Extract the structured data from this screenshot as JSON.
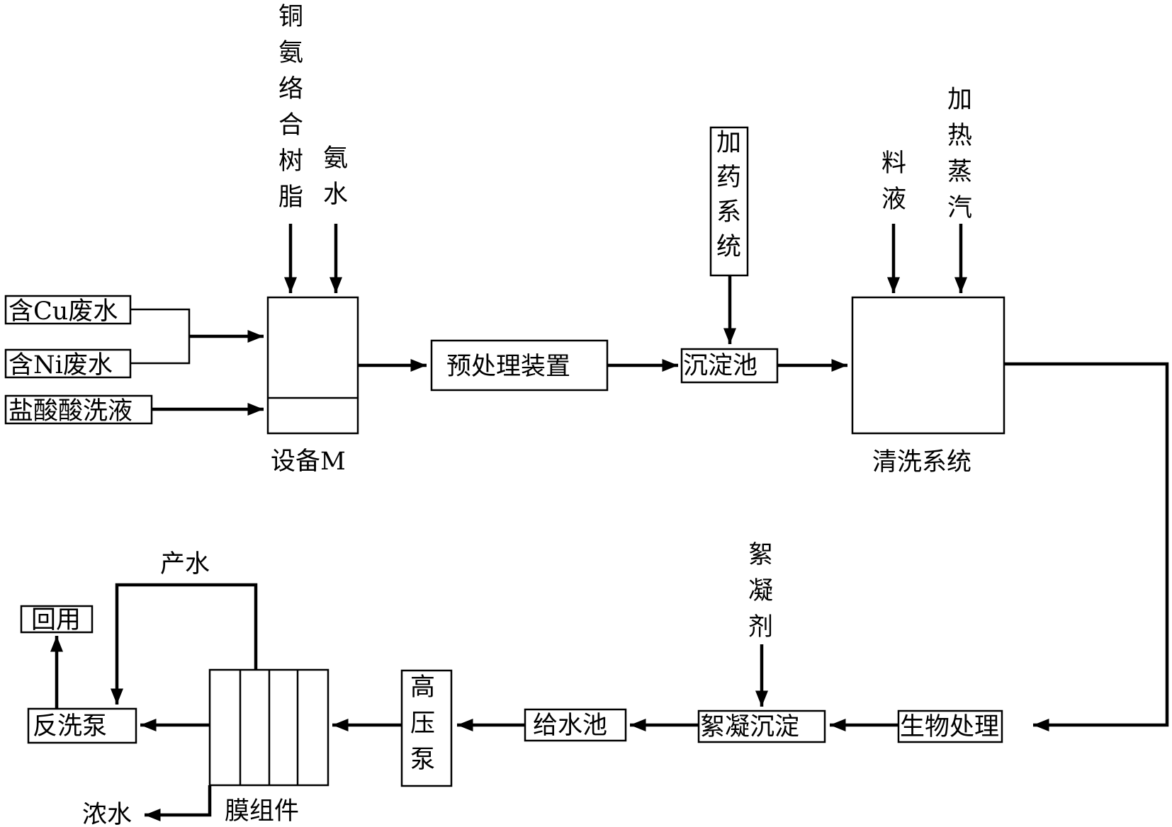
{
  "inputs": {
    "cu_wastewater": "含Cu废水",
    "ni_wastewater": "含Ni废水",
    "hcl_wash": "盐酸酸洗液"
  },
  "top_inputs": {
    "copper_ammonia_resin": [
      "铜",
      "氨",
      "络",
      "合",
      "树",
      "脂"
    ],
    "ammonia_water": [
      "氨",
      "水"
    ],
    "dosing_system": [
      "加",
      "药",
      "系",
      "统"
    ],
    "feed_liquid": [
      "料",
      "液"
    ],
    "heating_steam": [
      "加",
      "热",
      "蒸",
      "汽"
    ],
    "flocculant": [
      "絮",
      "凝",
      "剂"
    ]
  },
  "units": {
    "equipment_m": "设备M",
    "pretreatment": "预处理装置",
    "sedimentation_tank": "沉淀池",
    "cleaning_system": "清洗系统",
    "biological_treatment": "生物处理",
    "flocculation_sedimentation": "絮凝沉淀",
    "feed_tank": "给水池",
    "high_pressure_pump": [
      "高",
      "压",
      "泵"
    ],
    "membrane_module": "膜组件",
    "backwash_pump": "反洗泵",
    "reuse": "回用"
  },
  "streams": {
    "product_water": "产水",
    "concentrate": "浓水"
  }
}
